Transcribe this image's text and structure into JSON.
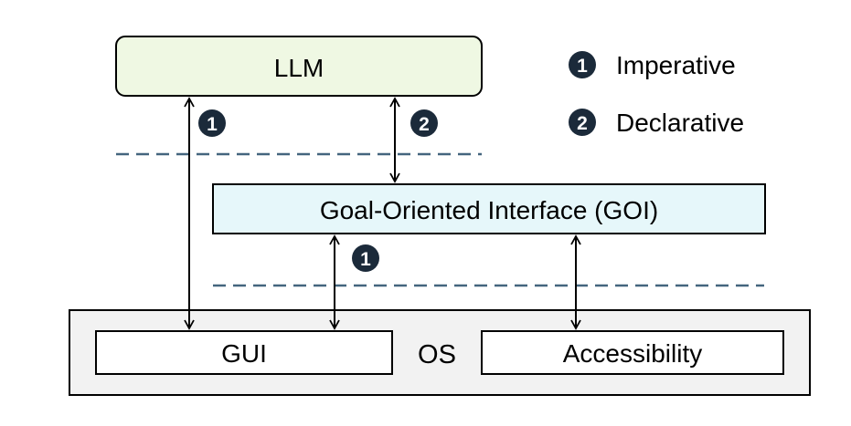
{
  "llm": {
    "label": "LLM"
  },
  "goi": {
    "label": "Goal-Oriented Interface (GOI)"
  },
  "os": {
    "label": "OS",
    "gui_label": "GUI",
    "accessibility_label": "Accessibility"
  },
  "markers": {
    "imperative_number": "1",
    "declarative_number": "2"
  },
  "legend": [
    {
      "number": "1",
      "label": "Imperative"
    },
    {
      "number": "2",
      "label": "Declarative"
    }
  ],
  "colors": {
    "llm_fill": "#EFF8E3",
    "goi_fill": "#E6F7FA",
    "os_fill": "#F2F2F2",
    "divider": "#44657E",
    "badge": "#1B2A3A",
    "stroke": "#000000"
  }
}
